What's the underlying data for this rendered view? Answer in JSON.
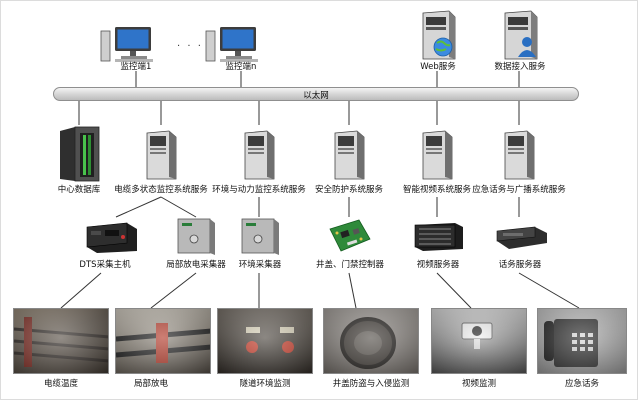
{
  "network_bus": {
    "label": "以太网"
  },
  "top_ellipsis": "· · ·",
  "top_nodes": [
    {
      "label": "监控端1",
      "icon": "workstation-icon"
    },
    {
      "label": "监控端n",
      "icon": "workstation-icon"
    },
    {
      "label": "Web服务",
      "icon": "web-server-icon"
    },
    {
      "label": "数据接入服务",
      "icon": "access-server-icon"
    }
  ],
  "service_nodes": [
    {
      "label": "中心数据库",
      "icon": "database-rack-icon"
    },
    {
      "label": "电缆多状态监控系统服务",
      "icon": "server-tower-icon"
    },
    {
      "label": "环境与动力监控系统服务",
      "icon": "server-tower-icon"
    },
    {
      "label": "安全防护系统服务",
      "icon": "server-tower-icon"
    },
    {
      "label": "智能视频系统服务",
      "icon": "server-tower-icon"
    },
    {
      "label": "应急话务与广播系统服务",
      "icon": "server-tower-icon"
    }
  ],
  "device_nodes": [
    {
      "label": "DTS采集主机",
      "icon": "dts-host-icon"
    },
    {
      "label": "局部放电采集器",
      "icon": "collector-box-icon"
    },
    {
      "label": "环境采集器",
      "icon": "collector-box-icon"
    },
    {
      "label": "井盖、门禁控制器",
      "icon": "circuit-board-icon"
    },
    {
      "label": "视频服务器",
      "icon": "video-server-icon"
    },
    {
      "label": "话务服务器",
      "icon": "voice-server-icon"
    }
  ],
  "field_photos": [
    {
      "label": "电缆温度",
      "icon": "cable-tunnel-photo"
    },
    {
      "label": "局部放电",
      "icon": "discharge-photo"
    },
    {
      "label": "隧道环境监测",
      "icon": "tunnel-sensor-photo"
    },
    {
      "label": "井盖防盗与入侵监测",
      "icon": "manhole-photo"
    },
    {
      "label": "视频监测",
      "icon": "camera-photo"
    },
    {
      "label": "应急话务",
      "icon": "phone-photo"
    }
  ],
  "colors": {
    "line": "#333333",
    "bus_border": "#8f8f8f",
    "server_body": "#d9d9d9",
    "server_dark": "#3a3a3a"
  }
}
